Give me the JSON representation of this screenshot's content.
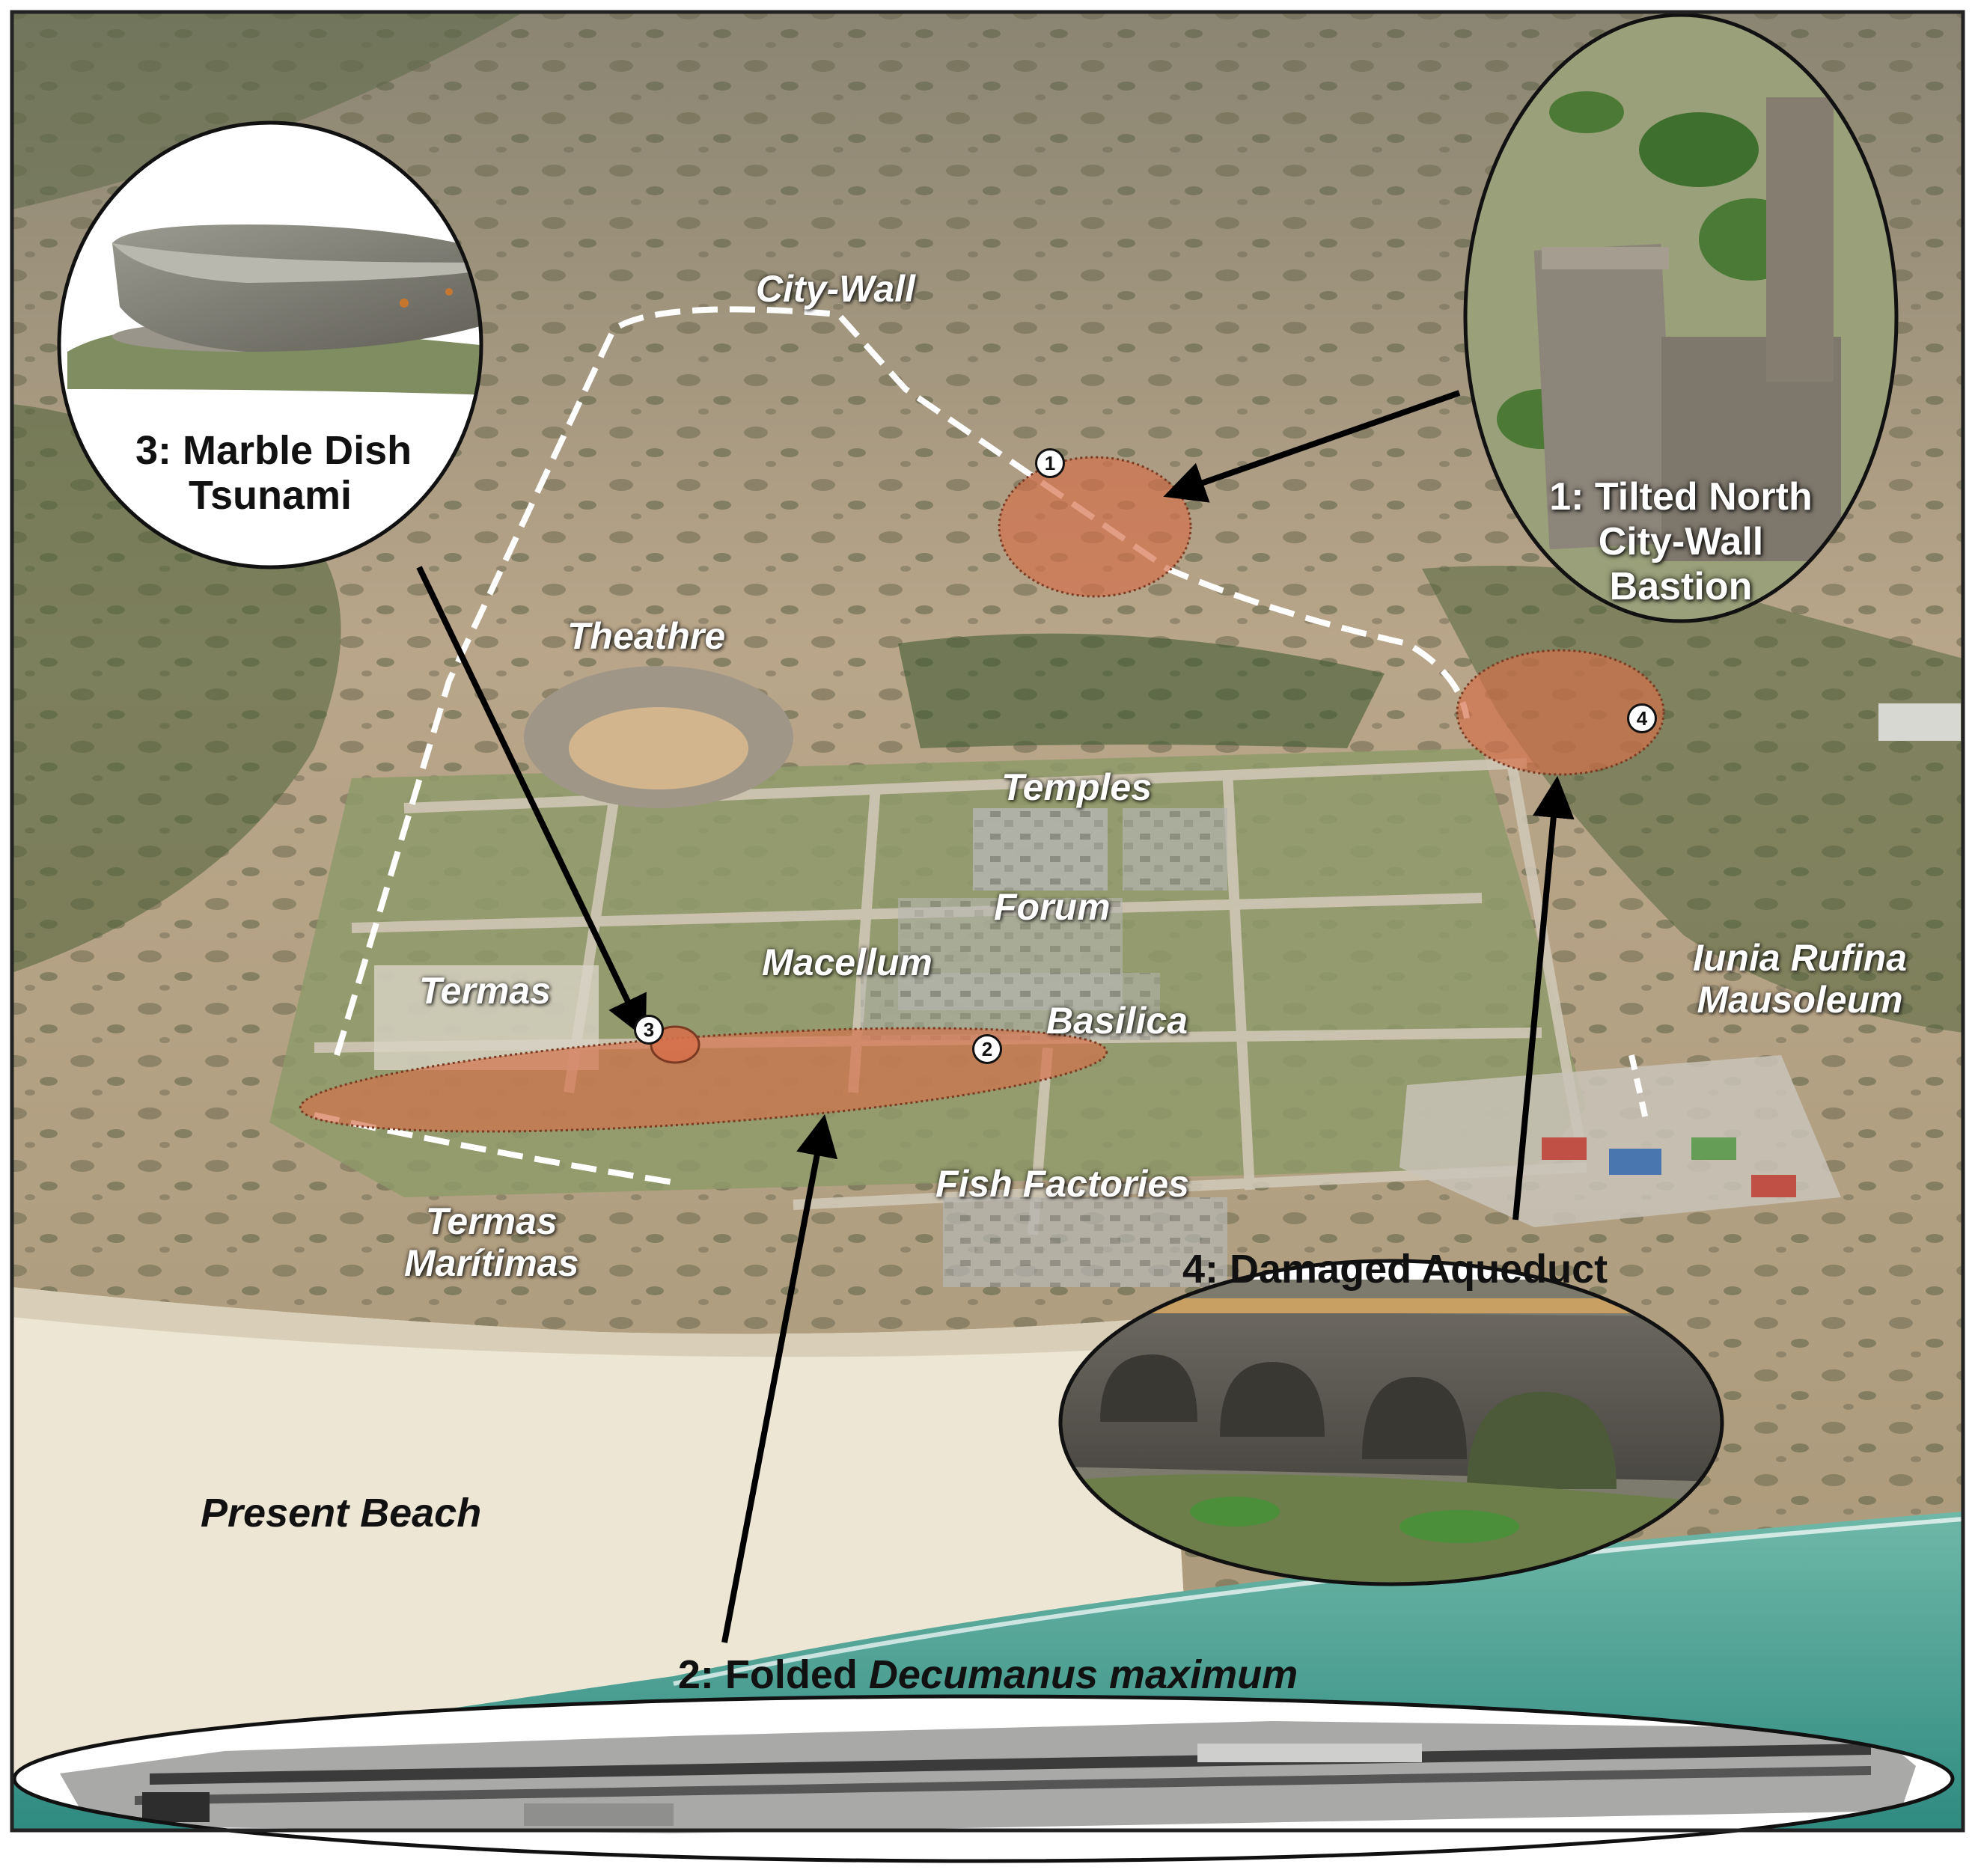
{
  "colors": {
    "land": "#b9a68a",
    "vegetation": "#4f6b3a",
    "beach": "#eee6d4",
    "sea": "#3d9a8e",
    "damage_zone": "#d4704a",
    "arrows": "#000000",
    "city_wall": "#ffffff"
  },
  "map_labels": {
    "city_wall": "City-Wall",
    "theatre": "Theathre",
    "temples": "Temples",
    "forum": "Forum",
    "macellum": "Macellum",
    "termas": "Termas",
    "basilica": "Basilica",
    "iunia_rufina_line1": "Iunia Rufina",
    "iunia_rufina_line2": "Mausoleum",
    "fish_factories": "Fish Factories",
    "termas_maritimas_line1": "Termas",
    "termas_maritimas_line2": "Marítimas",
    "present_beach": "Present Beach"
  },
  "damage_markers": [
    "1",
    "2",
    "3",
    "4"
  ],
  "insets": {
    "marble_dish": {
      "line1": "3: Marble Dish",
      "line2": "Tsunami"
    },
    "bastion": {
      "line1": "1: Tilted North",
      "line2": "City-Wall",
      "line3": "Bastion"
    },
    "aqueduct": {
      "title": "4: Damaged Aqueduct"
    },
    "decumanus": {
      "prefix": "2: Folded ",
      "italic": "Decumanus maximum"
    }
  },
  "icons": [
    "pointer-arrow",
    "numbered-marker",
    "damage-ellipse",
    "city-wall-dashed-line"
  ]
}
